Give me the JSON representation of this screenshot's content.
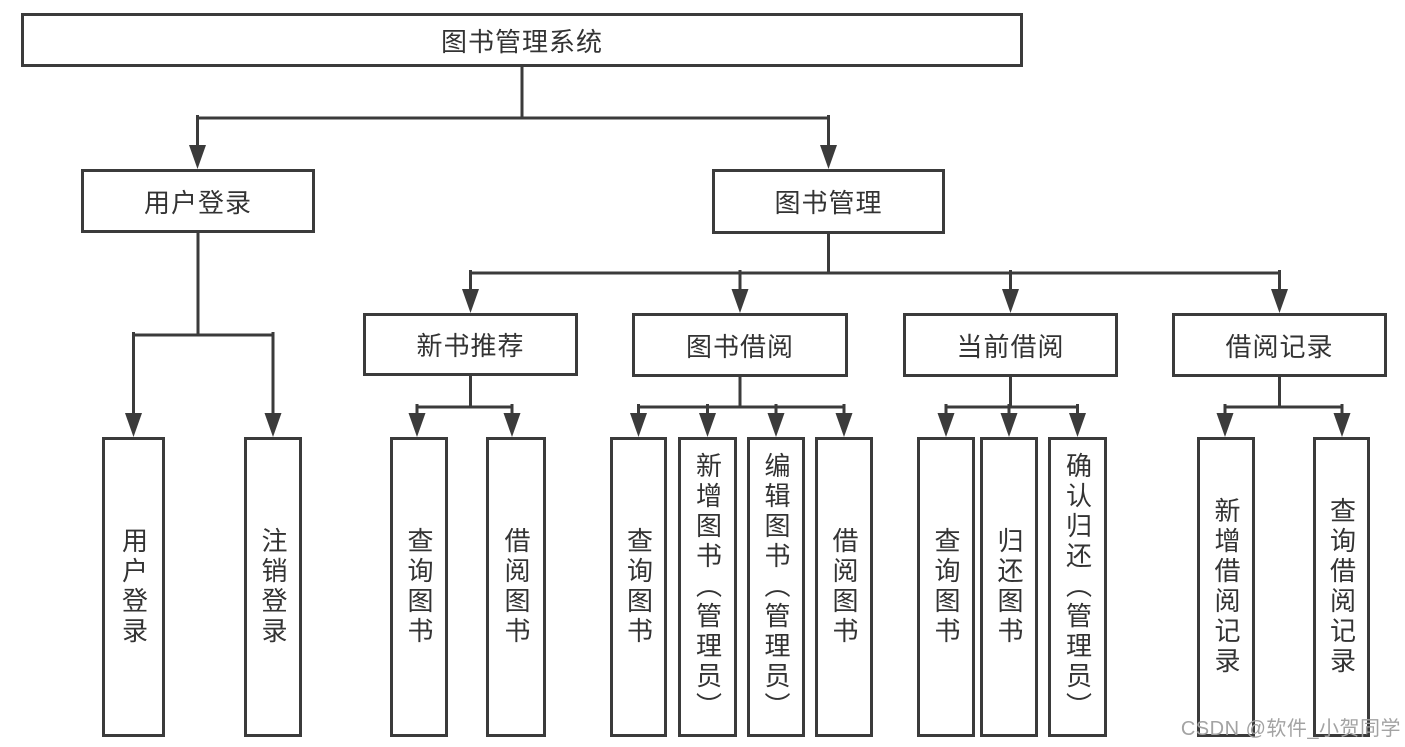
{
  "diagram": {
    "root": {
      "label": "图书管理系统"
    },
    "branches": [
      {
        "label": "用户登录",
        "children": [
          {
            "label": "用户登录"
          },
          {
            "label": "注销登录"
          }
        ]
      },
      {
        "label": "图书管理",
        "children": [
          {
            "label": "新书推荐",
            "children": [
              {
                "label": "查询图书"
              },
              {
                "label": "借阅图书"
              }
            ]
          },
          {
            "label": "图书借阅",
            "children": [
              {
                "label": "查询图书"
              },
              {
                "label": "新增图书（管理员）"
              },
              {
                "label": "编辑图书（管理员）"
              },
              {
                "label": "借阅图书"
              }
            ]
          },
          {
            "label": "当前借阅",
            "children": [
              {
                "label": "查询图书"
              },
              {
                "label": "归还图书"
              },
              {
                "label": "确认归还（管理员）"
              }
            ]
          },
          {
            "label": "借阅记录",
            "children": [
              {
                "label": "新增借阅记录"
              },
              {
                "label": "查询借阅记录"
              }
            ]
          }
        ]
      }
    ]
  },
  "watermark": {
    "text": "CSDN @软件_小贺同学"
  },
  "colors": {
    "line": "#3b3b3b",
    "box_border": "#3b3b3b",
    "text": "#333333",
    "background": "#ffffff",
    "watermark": "#a3a3a3"
  }
}
